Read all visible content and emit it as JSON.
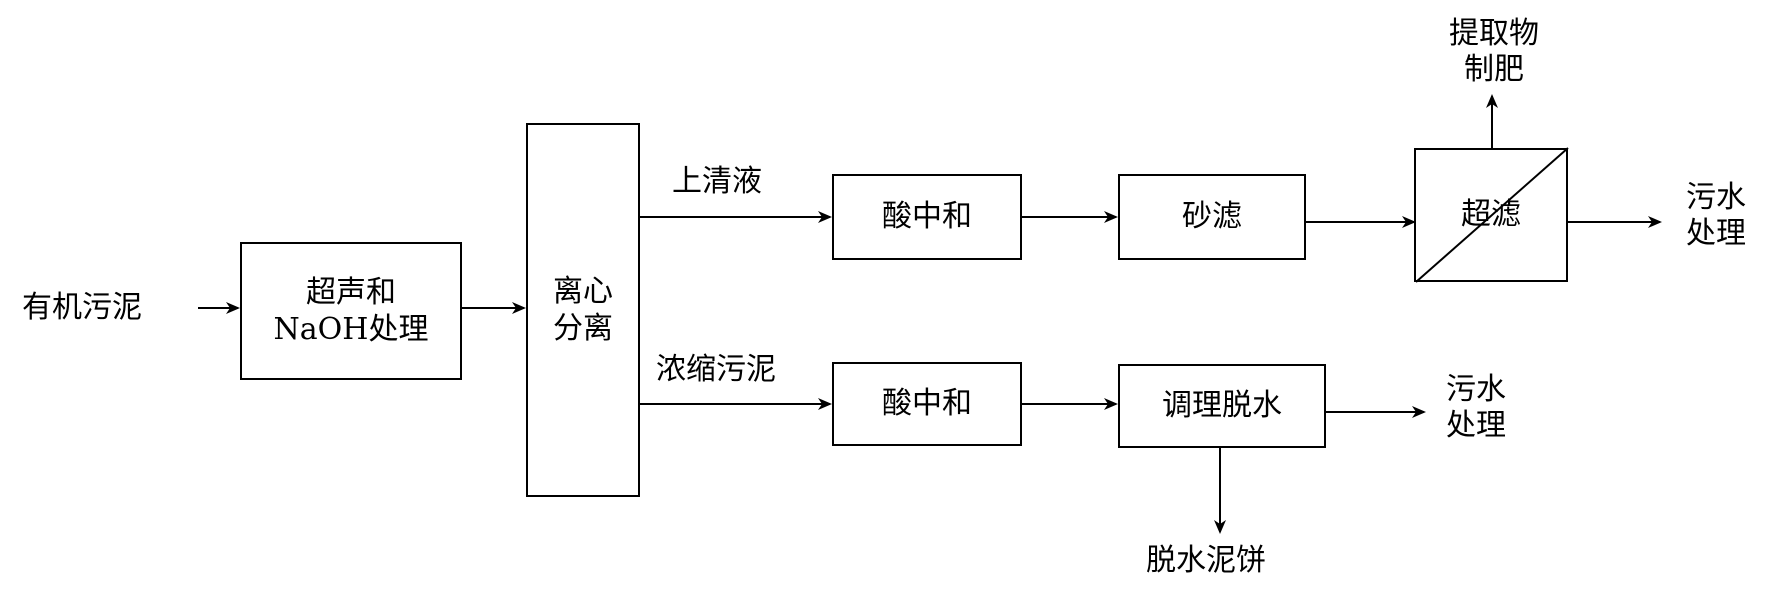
{
  "input": "有机污泥",
  "pretreatment": {
    "line1": "超声和",
    "line2": "NaOH处理"
  },
  "separator": {
    "line1": "离心",
    "line2": "分离"
  },
  "upper_branch": {
    "label": "上清液",
    "neutralize": "酸中和",
    "sand_filter": "砂滤",
    "ultrafilter": "超滤",
    "extract": {
      "line1": "提取物",
      "line2": "制肥"
    },
    "outlet": {
      "line1": "污水",
      "line2": "处理"
    }
  },
  "lower_branch": {
    "label": "浓缩污泥",
    "neutralize": "酸中和",
    "dewater": "调理脱水",
    "outlet": {
      "line1": "污水",
      "line2": "处理"
    },
    "cake": "脱水泥饼"
  }
}
